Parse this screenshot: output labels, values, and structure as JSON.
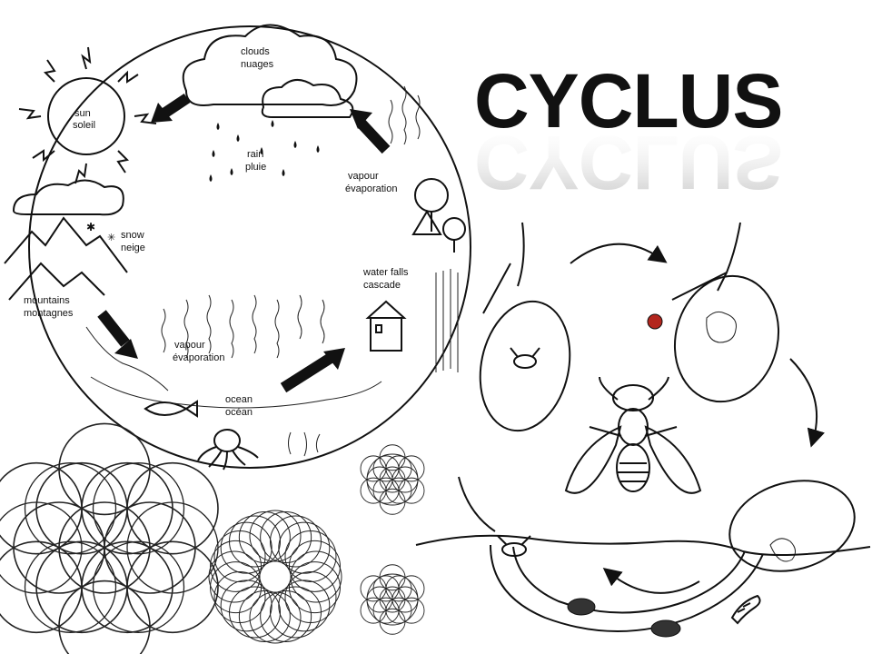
{
  "title": "CYCLUS",
  "water_cycle": {
    "labels": {
      "sun": "sun",
      "sun_fr": "soleil",
      "clouds": "clouds",
      "clouds_fr": "nuages",
      "rain": "rain",
      "rain_fr": "pluie",
      "vapour_top": "vapour",
      "vapour_top_fr": "évaporation",
      "snow": "snow",
      "snow_fr": "neige",
      "mountains": "mountains",
      "mountains_fr": "montagnes",
      "vapour_mid": "vapour",
      "vapour_mid_fr": "évaporation",
      "waterfalls": "water falls",
      "waterfalls_fr": "cascade",
      "ocean": "ocean",
      "ocean_fr": "océan"
    }
  },
  "colors": {
    "ink": "#111111",
    "berry": "#b3261e"
  },
  "icons": [
    "sun-icon",
    "cloud-icon",
    "fly-icon",
    "larva-icon",
    "pupa-icon",
    "fish-icon",
    "octopus-icon",
    "house-icon"
  ]
}
